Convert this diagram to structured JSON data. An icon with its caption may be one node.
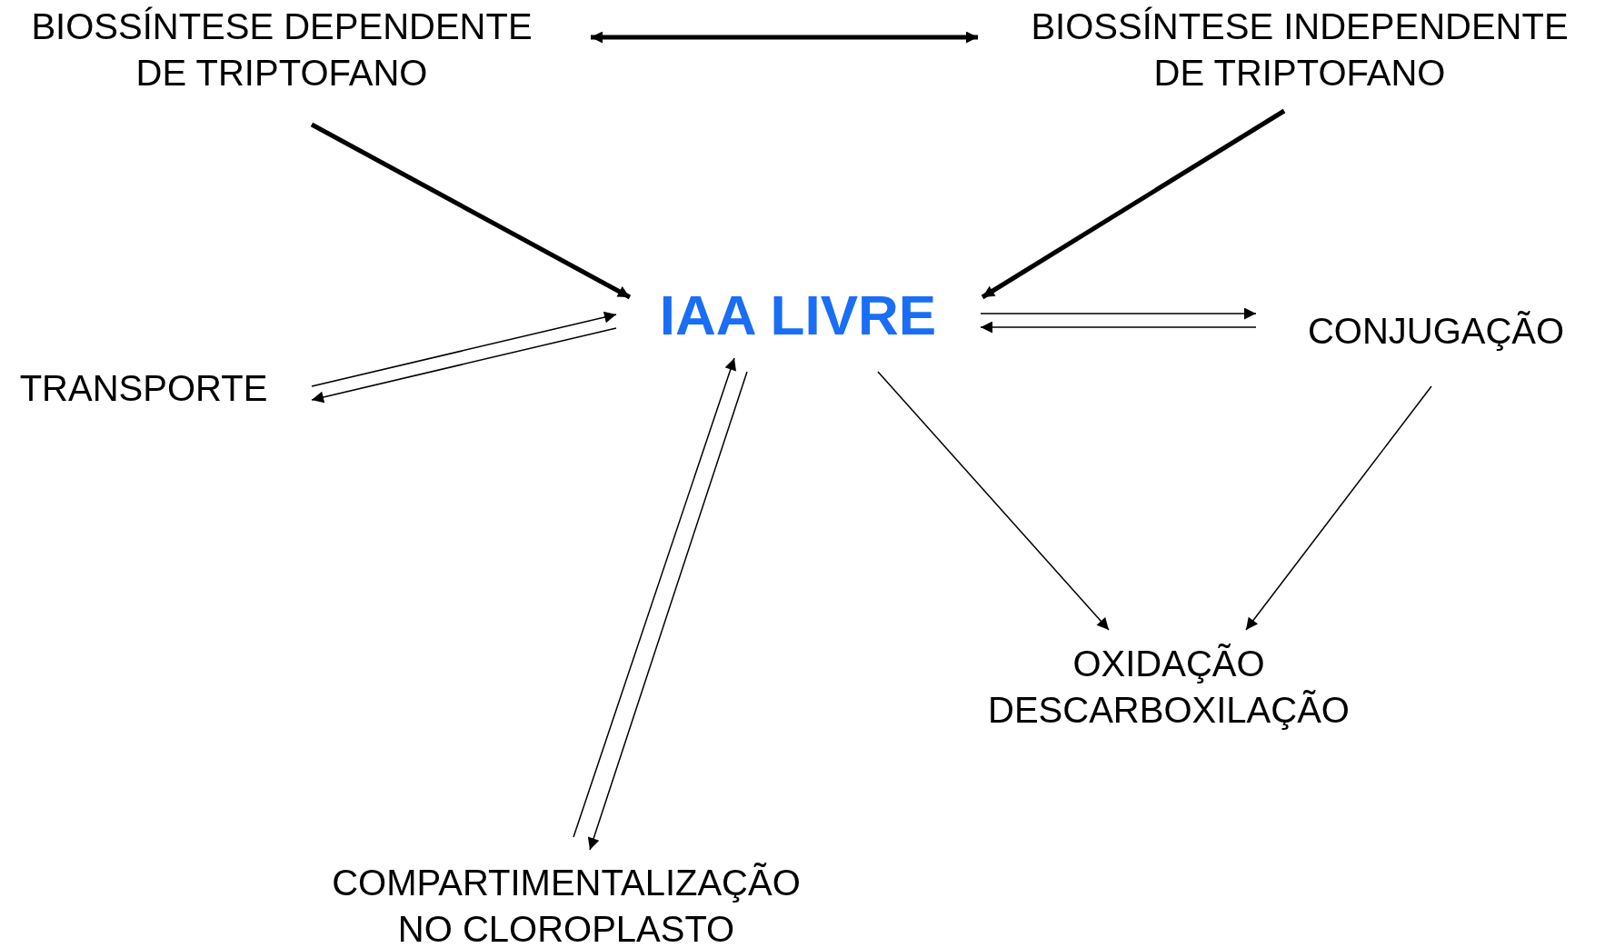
{
  "diagram": {
    "nodes": [
      {
        "text": [
          "BIOSSÍNTESE DEPENDENTE DE TRIPTOFANO"
        ]
      },
      {
        "text": [
          "BIOSSÍNTESE INDEPENDENTE DE TRIPTOFANO"
        ]
      },
      {
        "text": [
          "IAA LIVRE"
        ]
      },
      {
        "text": [
          "TRANSPORTE"
        ]
      },
      {
        "text": [
          "CONJUGAÇÃO"
        ]
      },
      {
        "text": [
          "OXIDAÇÃO DESCARBOXILAÇÃO"
        ]
      },
      {
        "text": [
          "COMPARTIMENTALIZAÇÃO NO CLOROPLASTO"
        ]
      }
    ],
    "edges": [
      {
        "from": 0,
        "to": 1,
        "arrow": "both",
        "style": "thick"
      },
      {
        "from": 0,
        "to": 2,
        "arrow": "to",
        "style": "thick"
      },
      {
        "from": 1,
        "to": 2,
        "arrow": "to",
        "style": "thick"
      },
      {
        "from": 3,
        "to": 2,
        "arrow": "to"
      },
      {
        "from": 2,
        "to": 3,
        "arrow": "to"
      },
      {
        "from": 2,
        "to": 4,
        "arrow": "to"
      },
      {
        "from": 4,
        "to": 2,
        "arrow": "to"
      },
      {
        "from": 6,
        "to": 2,
        "arrow": "to"
      },
      {
        "from": 2,
        "to": 6,
        "arrow": "to"
      },
      {
        "from": 2,
        "to": 5,
        "arrow": "to"
      },
      {
        "from": 4,
        "to": 5,
        "arrow": "to"
      }
    ]
  }
}
